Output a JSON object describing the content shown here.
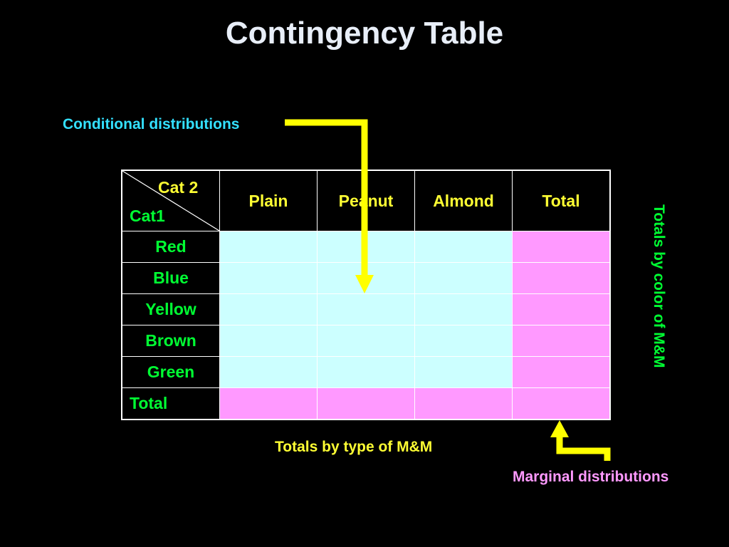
{
  "title": "Contingency Table",
  "annotations": {
    "conditional": "Conditional distributions",
    "totals_by_color": "Totals by color of M&M",
    "totals_by_type": "Totals by type of M&M",
    "marginal": "Marginal distributions"
  },
  "table": {
    "corner_top": "Cat 2",
    "corner_bottom": "Cat1",
    "columns": [
      "Plain",
      "Peanut",
      "Almond",
      "Total"
    ],
    "rows": [
      "Red",
      "Blue",
      "Yellow",
      "Brown",
      "Green",
      "Total"
    ]
  },
  "colors": {
    "background": "#000000",
    "conditional_cells": "#ccffff",
    "marginal_cells": "#ff99ff",
    "arrow": "#ffff00",
    "column_header": "#ffff33",
    "row_header": "#00ff33"
  }
}
